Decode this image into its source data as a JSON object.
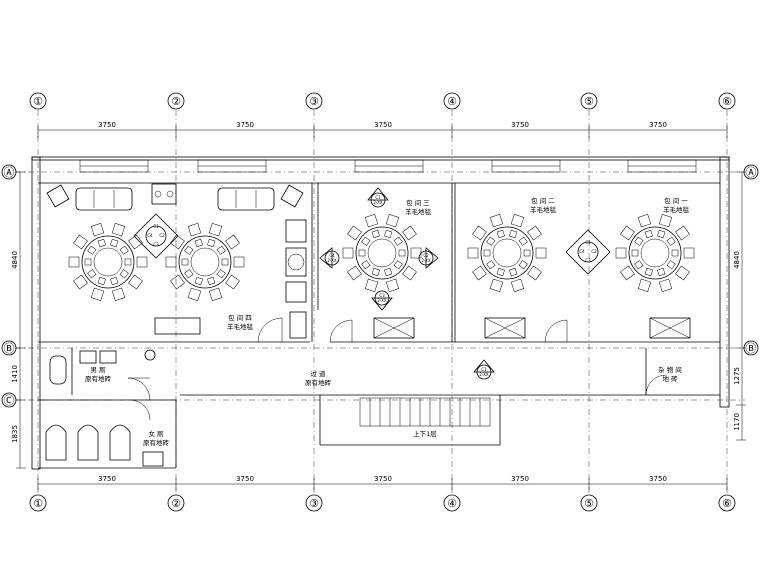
{
  "grid": {
    "columns": [
      "①",
      "②",
      "③",
      "④",
      "⑤",
      "⑥"
    ],
    "rows": [
      "Ⓐ",
      "Ⓑ",
      "Ⓒ"
    ]
  },
  "dimensions": {
    "top_spans": [
      "3750",
      "3750",
      "3750",
      "3750",
      "3750"
    ],
    "bottom_spans": [
      "3750",
      "3750",
      "3750",
      "3750",
      "3750"
    ],
    "left_height_1": "4840",
    "left_height_2": "1410",
    "left_height_3": "1835",
    "right_height_1": "4840",
    "right_height_2": "1275",
    "right_height_3": "1170"
  },
  "rooms": {
    "room4": {
      "name": "包 间 四",
      "floor": "羊毛地毯"
    },
    "room3": {
      "name": "包 间 三",
      "floor": "羊毛地毯"
    },
    "room2": {
      "name": "包 间 二",
      "floor": "羊毛地毯"
    },
    "room1": {
      "name": "包 间 一",
      "floor": "羊毛地毯"
    },
    "corridor": {
      "name": "过 道",
      "floor": "原有地砖"
    },
    "mens_wc": {
      "name": "男 厕",
      "floor": "原有地砖"
    },
    "womens_wc": {
      "name": "女 厕",
      "floor": "原有地砖"
    },
    "storage": {
      "name": "杂 物 间",
      "floor": "地 砖"
    }
  },
  "stair_label": "上下1层",
  "view_tags": {
    "c1": "C1",
    "c2": "C2",
    "c3": "C3",
    "c4": "C4",
    "ref_a": "2-XX",
    "ref_b": "2-XX"
  }
}
